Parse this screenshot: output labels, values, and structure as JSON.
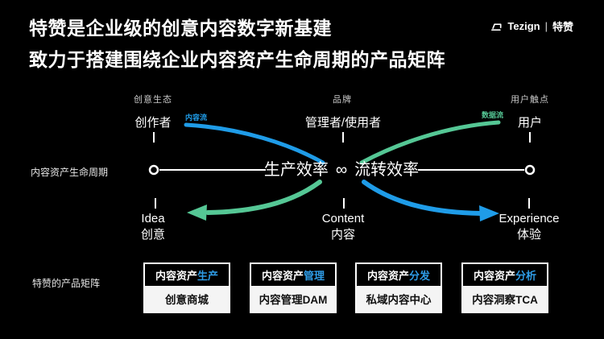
{
  "slide": {
    "title_line1": "特赞是企业级的创意内容数字新基建",
    "title_line2": "致力于搭建围绕企业内容资产生命周期的产品矩阵"
  },
  "logo": {
    "brand_en": "Tezign",
    "divider": "|",
    "brand_cn": "特赞"
  },
  "lifecycle": {
    "axis_label": "内容资产生命周期",
    "center": {
      "left": "生产效率",
      "infinity": "∞",
      "right": "流转效率"
    },
    "flow_labels": {
      "content_flow": "内容流",
      "data_flow": "数据流"
    },
    "columns": [
      {
        "group": "创意生态",
        "actor": "创作者",
        "stage_en": "Idea",
        "stage_cn": "创意"
      },
      {
        "group": "品牌",
        "actor": "管理者/使用者",
        "stage_en": "Content",
        "stage_cn": "内容"
      },
      {
        "group": "用户触点",
        "actor": "用户",
        "stage_en": "Experience",
        "stage_cn": "体验"
      }
    ]
  },
  "matrix": {
    "label": "特赞的产品矩阵",
    "boxes": [
      {
        "prefix": "内容资产",
        "accent": "生产",
        "product": "创意商城"
      },
      {
        "prefix": "内容资产",
        "accent": "管理",
        "product": "内容管理DAM"
      },
      {
        "prefix": "内容资产",
        "accent": "分发",
        "product": "私域内容中心"
      },
      {
        "prefix": "内容资产",
        "accent": "分析",
        "product": "内容洞察TCA"
      }
    ]
  },
  "colors": {
    "background": "#000000",
    "content_flow_blue": "#1F9CE8",
    "data_flow_green": "#55C795",
    "box_accent_blue": "#2E9BE5",
    "timeline_white": "#FFFFFF"
  }
}
